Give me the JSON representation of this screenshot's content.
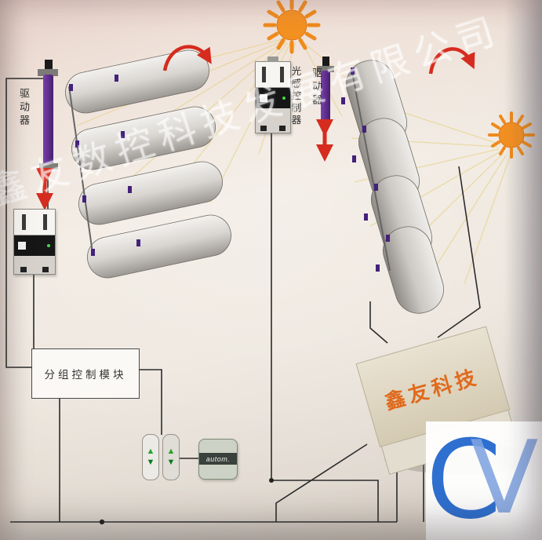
{
  "watermark": {
    "company": "鑫友数控科技发展有限公司",
    "logo_c": "C",
    "logo_v": "V"
  },
  "labels": {
    "left_actuator": "驱动器",
    "right_actuator": "驱动器",
    "light_sensor": "光感控制器",
    "group_module": "分组控制模块",
    "main_box": "鑫友科技",
    "autom": "autom.",
    "switch_up": "▲",
    "switch_down": "▼"
  },
  "components": {
    "left_panel_count": 4,
    "right_panel_count": 4,
    "sun_count": 2
  },
  "colors": {
    "sun": "#f08a1d",
    "arrow_red": "#d62b1f",
    "actuator_purple": "#5a2a86",
    "box_label_orange": "#e06a1c",
    "logo_blue": "#2e6fd0",
    "wire": "#2b2b2b",
    "paper": "#ece5dc"
  }
}
